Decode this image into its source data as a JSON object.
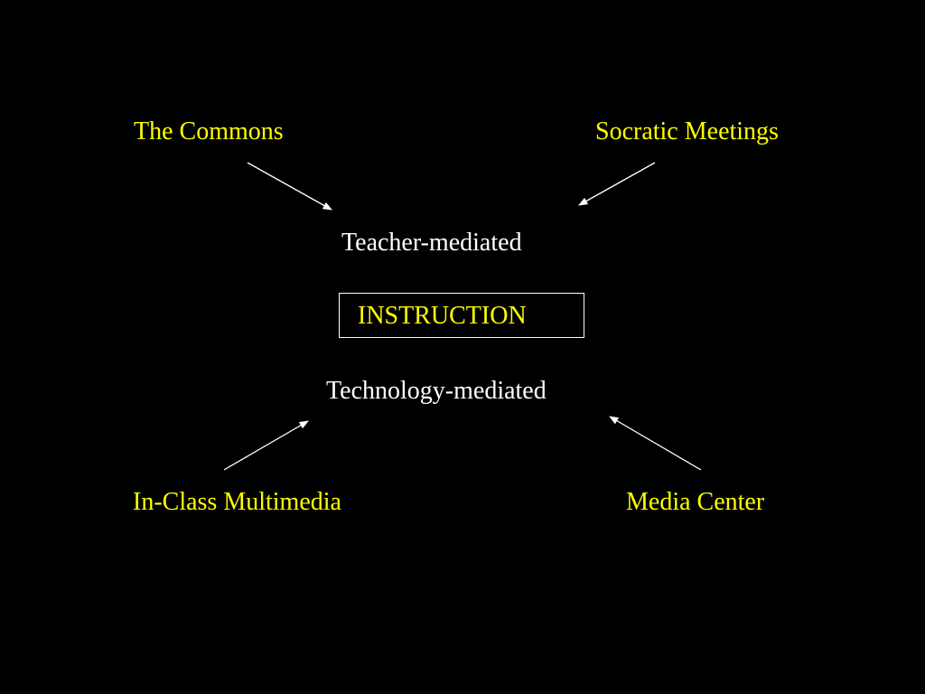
{
  "labels": {
    "top_left": "The Commons",
    "top_right": "Socratic Meetings",
    "upper_middle": "Teacher-mediated",
    "center": "INSTRUCTION",
    "lower_middle": "Technology-mediated",
    "bottom_left": "In-Class Multimedia",
    "bottom_right": "Media Center"
  },
  "colors": {
    "background": "#000000",
    "outer_label": "#ffff00",
    "middle_label": "#ffffff",
    "arrow": "#ffffff",
    "box_border": "#ffffff"
  }
}
